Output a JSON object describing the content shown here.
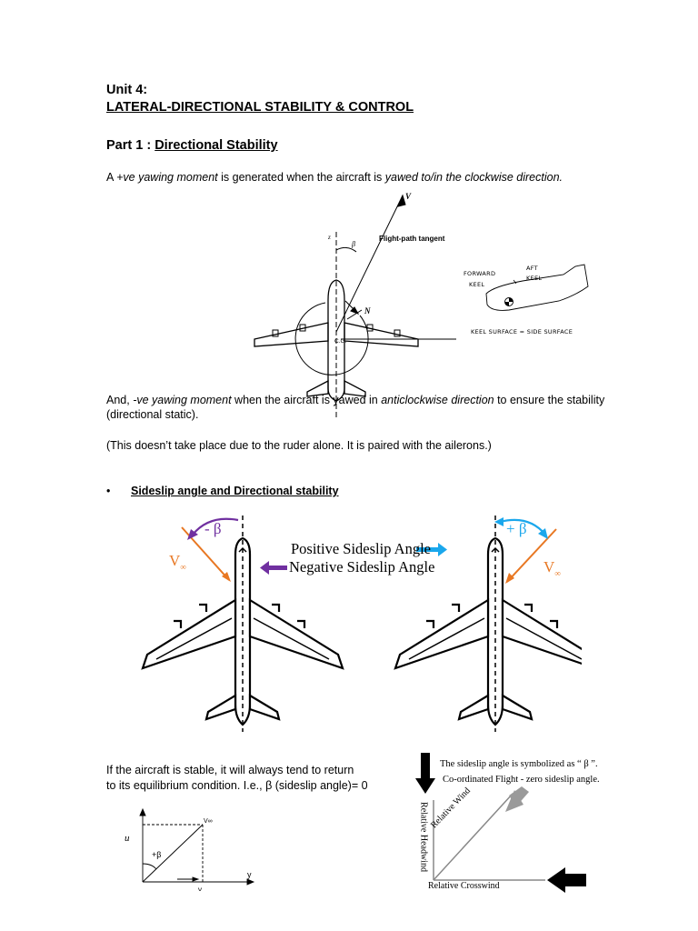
{
  "doc": {
    "unit": "Unit 4:",
    "unit_title": "LATERAL-DIRECTIONAL STABILITY & CONTROL",
    "part_prefix": "Part 1 :",
    "part_title": "Directional Stability",
    "para1": {
      "a": "A ",
      "b": "+ve yawing moment",
      "c": " is generated when the aircraft is ",
      "d": "yawed to/in the clockwise direction."
    },
    "para2": {
      "a": "And, ",
      "b": "-ve yawing moment",
      "c": " when the aircraft is yawed in ",
      "d": "anticlockwise direction",
      "e": " to ensure the stability",
      "f": "(directional static)."
    },
    "para3": "(This doesn’t take place due to the ruder alone. It is paired with the ailerons.)",
    "bullet": "•",
    "bullet_heading": "Sideslip angle and Directional stability",
    "stable_text_1": "If the aircraft is stable, it will always tend to return",
    "stable_text_2": "to its equilibrium condition. I.e., β (sideslip angle)= 0"
  },
  "fig1": {
    "v": "V",
    "z": "z",
    "beta": "β",
    "fp": "Flight-path tangent",
    "n": "N",
    "cg": "C.G."
  },
  "sketch": {
    "fwd": "FORWARD",
    "keel1": "KEEL",
    "aft": "AFT",
    "keel2": "KEEL",
    "caption": "KEEL SURFACE = SIDE SURFACE"
  },
  "fig2": {
    "neg_beta": "- β",
    "pos_beta": "+ β",
    "v_left": "V",
    "v_right": "V",
    "inf": "∞",
    "pos_label": "Positive Sideslip Angle",
    "neg_label": "Negative Sideslip Angle"
  },
  "fig3": {
    "u": "u",
    "voo": "V∞",
    "beta": "+β",
    "v": "v",
    "y": "y"
  },
  "fig4": {
    "line1": "The sideslip angle is symbolized as “ β ”.",
    "line2": "Co-ordinated Flight - zero sideslip angle.",
    "headwind": "Relative Headwind",
    "wind": "Relative Wind",
    "crosswind": "Relative Crosswind"
  },
  "colors": {
    "purple": "#7030a0",
    "blue": "#1aa7ec",
    "orange": "#e87722",
    "arrow_gray": "#9a9a9a"
  }
}
